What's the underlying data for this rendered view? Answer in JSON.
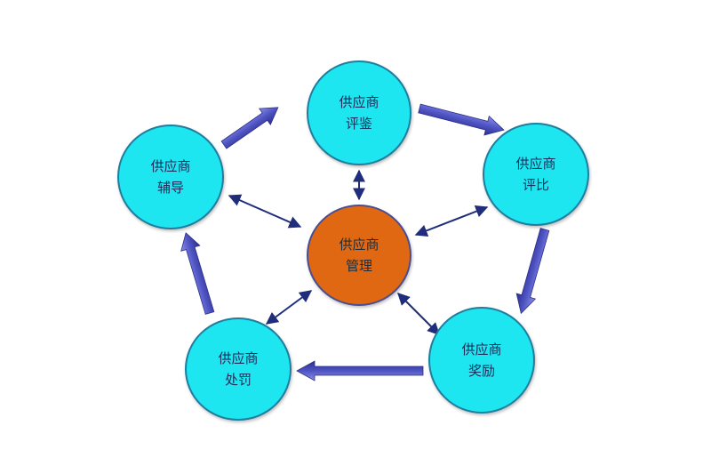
{
  "diagram": {
    "nodes": {
      "top": {
        "line1": "供应商",
        "line2": "评鉴"
      },
      "right": {
        "line1": "供应商",
        "line2": "评比"
      },
      "bottom_right": {
        "line1": "供应商",
        "line2": "奖励"
      },
      "bottom_left": {
        "line1": "供应商",
        "line2": "处罚"
      },
      "left": {
        "line1": "供应商",
        "line2": "辅导"
      },
      "center": {
        "line1": "供应商",
        "line2": "管理"
      }
    },
    "colors": {
      "outer_fill": "#1ee6f0",
      "center_fill": "#e06812",
      "cycle_arrow": "#5b5fc0",
      "spoke_arrow": "#1f2d7a"
    }
  }
}
